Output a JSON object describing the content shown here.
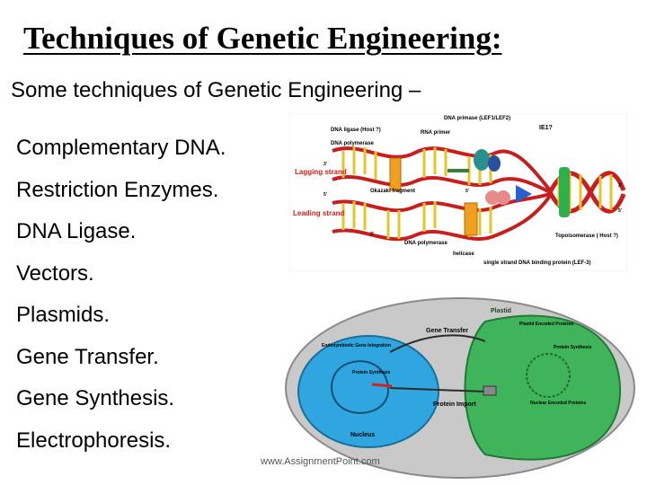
{
  "title": "Techniques of Genetic Engineering:",
  "intro": "Some techniques of Genetic Engineering –",
  "techniques": [
    "Complementary DNA.",
    "Restriction Enzymes.",
    "DNA Ligase.",
    "Vectors.",
    "Plasmids.",
    "Gene Transfer.",
    "Gene Synthesis.",
    "Electrophoresis."
  ],
  "footer": "www.AssignmentPoint.com",
  "replication_figure": {
    "labels": {
      "dna_primase": "DNA primase (LEF1/LEF2)",
      "dna_ligase": "DNA ligase (Host ?)",
      "rna_primer": "RNA primer",
      "ie1": "IE1?",
      "dna_polymerase_top": "DNA polymerase",
      "lagging_strand": "Lagging strand",
      "okazaki": "Okazaki fragment",
      "leading_strand": "Leading strand",
      "dna_polymerase_bottom": "DNA polymerase",
      "helicase": "helicase",
      "topoisomerase": "Topoisomerase ( Host ?)",
      "ssb": "single strand DNA binding protein (LEF-3)",
      "three_prime_left_top": "3'",
      "five_prime_left_mid": "5'",
      "three_prime_left_bottom": "3'",
      "five_prime_right_top": "5'",
      "three_prime_right_top": "3'",
      "five_prime_right_bottom": "5'"
    },
    "colors": {
      "lagging": "#d42020",
      "leading": "#d42020",
      "red_strand": "#c81e1e",
      "rung": "#e6c42a",
      "primer": "#3a7d3a"
    }
  },
  "cell_figure": {
    "labels": {
      "plastid": "Plastid",
      "gene_transfer": "Gene Transfer",
      "endosymbiotic": "Endosymbiotic Gene Integration",
      "protein_synthesis_nucleus": "Protein Synthesis",
      "protein_import": "Protein Import",
      "nucleus": "Nucleus",
      "plastid_encoded": "Plastid Encoded Proteins",
      "protein_synthesis_plastid": "Protein Synthesis",
      "nuclear_encoded": "Nuclear Encoded Proteins"
    },
    "colors": {
      "cell": "#c9c9c9",
      "nucleus": "#2fa6df",
      "plastid": "#3fb45a"
    }
  }
}
